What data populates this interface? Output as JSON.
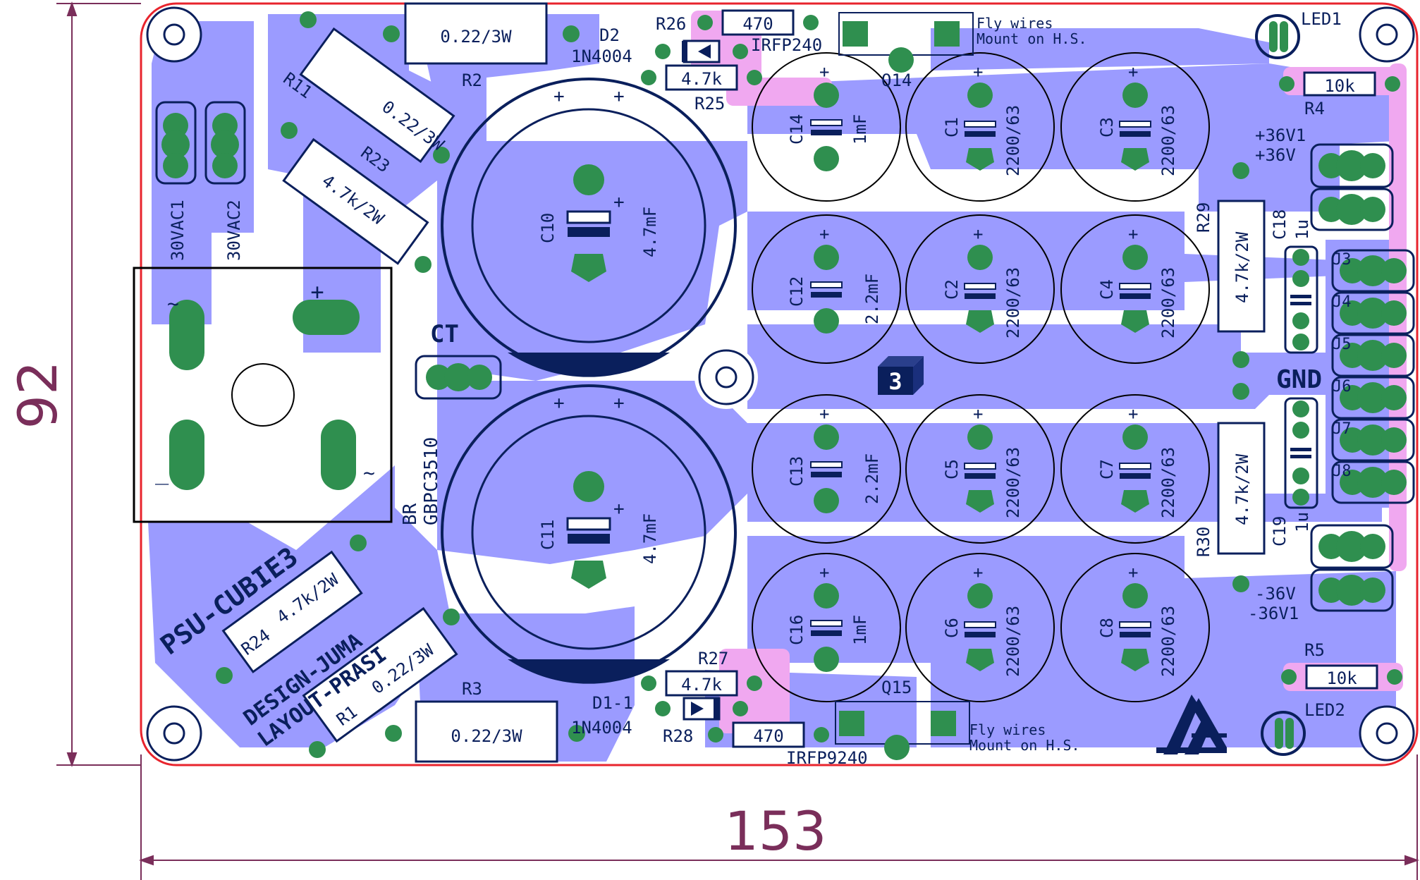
{
  "board": {
    "width_mm": "153",
    "height_mm": "92",
    "title": "PSU-CUBIE3",
    "credit_design": "DESIGN-JUMA",
    "credit_layout": "LAYOUT-PRASI",
    "badge": "3"
  },
  "labels": {
    "r2": "R2",
    "r2_val": "0.22/3W",
    "r3": "R3",
    "r3_val": "0.22/3W",
    "r11": "R11",
    "r11_val": "0.22/3W",
    "r1": "R1",
    "r1_val": "0.22/3W",
    "r23": "R23",
    "r23_val": "4.7k/2W",
    "r24": "R24",
    "r24_val": "4.7k/2W",
    "r26": "R26",
    "r26_val": "470",
    "r28": "R28",
    "r28_val": "470",
    "r25": "R25",
    "r25_val": "4.7k",
    "r27": "R27",
    "r27_val": "4.7k",
    "d2": "D2",
    "d2_val": "1N4004",
    "d1": "D1-1",
    "d1_val": "1N4004",
    "q14": "Q14",
    "q14_val": "IRFP240",
    "q15": "Q15",
    "q15_val": "IRFP9240",
    "fly1a": "Fly wires",
    "fly1b": "Mount on H.S.",
    "fly2a": "Fly wires",
    "fly2b": "Mount on H.S.",
    "led1": "LED1",
    "led2": "LED2",
    "r4": "R4",
    "r4_val": "10k",
    "r5": "R5",
    "r5_val": "10k",
    "r29": "R29",
    "r29_val": "4.7k/2W",
    "r30": "R30",
    "r30_val": "4.7k/2W",
    "c18": "C18",
    "c18_val": "1u",
    "c19": "C19",
    "c19_val": "1u",
    "p36v1": "+36V1",
    "p36v": "+36V",
    "m36v": "-36V",
    "m36v1": "-36V1",
    "gnd": "GND",
    "j3": "J3",
    "j4": "J4",
    "j5": "J5",
    "j6": "J6",
    "j7": "J7",
    "j8": "J8",
    "vac1": "30VAC1",
    "vac2": "30VAC2",
    "ct": "CT",
    "br": "BR",
    "br_val": "GBPC3510",
    "br_plus": "+",
    "br_minus": "_",
    "br_ac1": "~",
    "br_ac2": "~",
    "c10": "C10",
    "c10_val": "4.7mF",
    "c11": "C11",
    "c11_val": "4.7mF",
    "c12": "C12",
    "c12_val": "2.2mF",
    "c13": "C13",
    "c13_val": "2.2mF",
    "c14": "C14",
    "c14_val": "1mF",
    "c16": "C16",
    "c16_val": "1mF",
    "c1": "C1",
    "c2": "C2",
    "c3": "C3",
    "c4": "C4",
    "c5": "C5",
    "c6": "C6",
    "c7": "C7",
    "c8": "C8",
    "cap_val": "2200/63",
    "plus": "+"
  },
  "colors": {
    "copper": "#9b9bff",
    "silk": "#0a1f5c",
    "pad": "#2f8f4f",
    "edge": "#e8242d",
    "dimension": "#7a2e5a",
    "pink": "#f0a8f0"
  }
}
